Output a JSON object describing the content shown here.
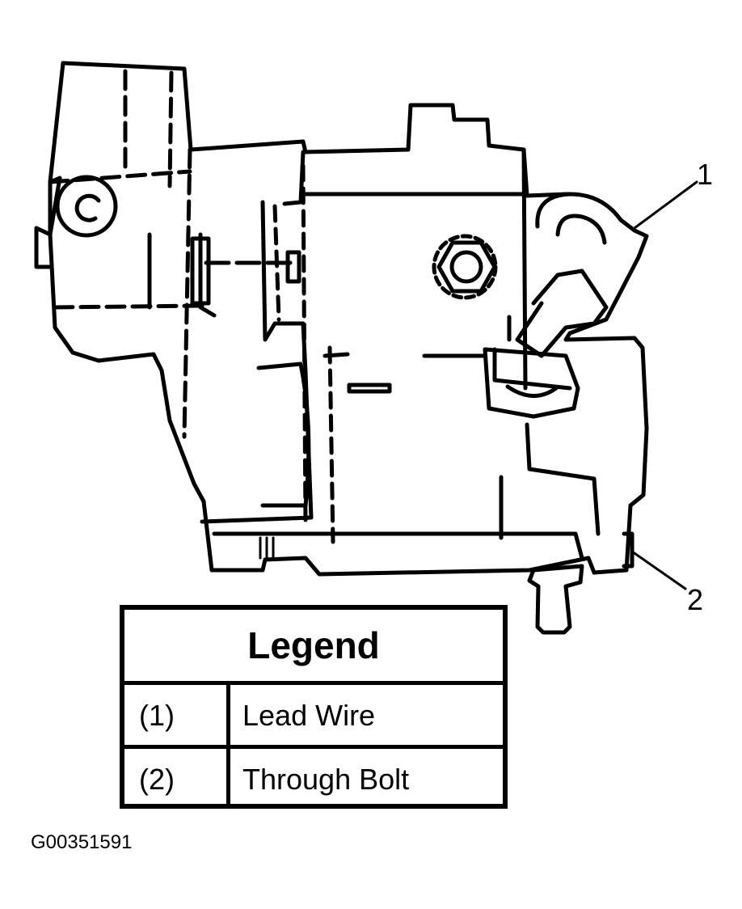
{
  "callouts": {
    "lead_wire_number": "1",
    "through_bolt_number": "2"
  },
  "legend": {
    "title": "Legend",
    "rows": [
      {
        "number": "(1)",
        "description": "Lead Wire"
      },
      {
        "number": "(2)",
        "description": "Through Bolt"
      }
    ]
  },
  "figure_id": "G00351591",
  "colors": {
    "line": "#000000",
    "background": "#ffffff"
  }
}
